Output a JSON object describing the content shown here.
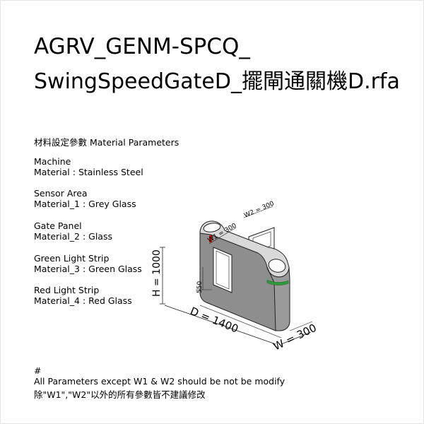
{
  "title": {
    "line1": "AGRV_GENM-SPCQ_",
    "line2": "SwingSpeedGateD_擺閘通關機D.rfa"
  },
  "section_heading": "材料設定參數 Material Parameters",
  "materials": [
    {
      "name": "Machine",
      "value": "Material :  Stainless Steel"
    },
    {
      "name": "Sensor Area",
      "value": "Material_1 :  Grey Glass"
    },
    {
      "name": "Gate Panel",
      "value": "Material_2 :  Glass"
    },
    {
      "name": "Green Light Strip",
      "value": "Material_3 :  Green Glass"
    },
    {
      "name": "Red Light Strip",
      "value": "Material_4 :  Red Glass"
    }
  ],
  "dimensions": {
    "height": "H = 1000",
    "depth": "D = 1400",
    "width": "W = 300",
    "w1": "W1 = 300",
    "w2": "W2 = 300",
    "sub_height": "550"
  },
  "notes": {
    "hash": "#",
    "line1": "All Parameters except W1 & W2 should be not be modify",
    "line2": "除\"W1\",\"W2\"以外的所有參數皆不建議修改"
  },
  "colors": {
    "body_grey": "#8e8e8e",
    "top_light": "#d9d9d9",
    "green_strip": "#2e9a3a",
    "red_strip": "#b01818"
  }
}
